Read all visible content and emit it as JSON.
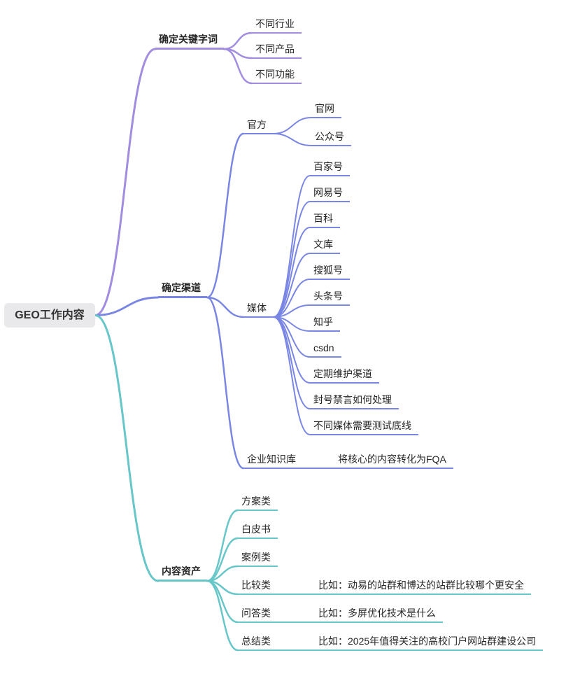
{
  "root": {
    "label": "GEO工作内容"
  },
  "colors": {
    "purple": "#a18ce0",
    "indigo": "#7a86e3",
    "teal": "#67c6c8",
    "root-bg": "#e9e9eb",
    "root-text": "#333333",
    "node-text": "#262626"
  },
  "branches": [
    {
      "label": "确定关键字词",
      "color": "purple",
      "children": [
        {
          "label": "不同行业"
        },
        {
          "label": "不同产品"
        },
        {
          "label": "不同功能"
        }
      ]
    },
    {
      "label": "确定渠道",
      "color": "indigo",
      "children": [
        {
          "label": "官方",
          "children": [
            {
              "label": "官网"
            },
            {
              "label": "公众号"
            }
          ]
        },
        {
          "label": "媒体",
          "children": [
            {
              "label": "百家号"
            },
            {
              "label": "网易号"
            },
            {
              "label": "百科"
            },
            {
              "label": "文库"
            },
            {
              "label": "搜狐号"
            },
            {
              "label": "头条号"
            },
            {
              "label": "知乎"
            },
            {
              "label": "csdn"
            },
            {
              "label": "定期维护渠道"
            },
            {
              "label": "封号禁言如何处理"
            },
            {
              "label": "不同媒体需要测试底线"
            }
          ]
        },
        {
          "label": "企业知识库",
          "children": [
            {
              "label": "将核心的内容转化为FQA"
            }
          ]
        }
      ]
    },
    {
      "label": "内容资产",
      "color": "teal",
      "children": [
        {
          "label": "方案类"
        },
        {
          "label": "白皮书"
        },
        {
          "label": "案例类"
        },
        {
          "label": "比较类",
          "children": [
            {
              "label": "比如：动易的站群和博达的站群比较哪个更安全"
            }
          ]
        },
        {
          "label": "问答类",
          "children": [
            {
              "label": "比如：多屏优化技术是什么"
            }
          ]
        },
        {
          "label": "总结类",
          "children": [
            {
              "label": "比如：2025年值得关注的高校门户网站群建设公司"
            }
          ]
        }
      ]
    }
  ]
}
